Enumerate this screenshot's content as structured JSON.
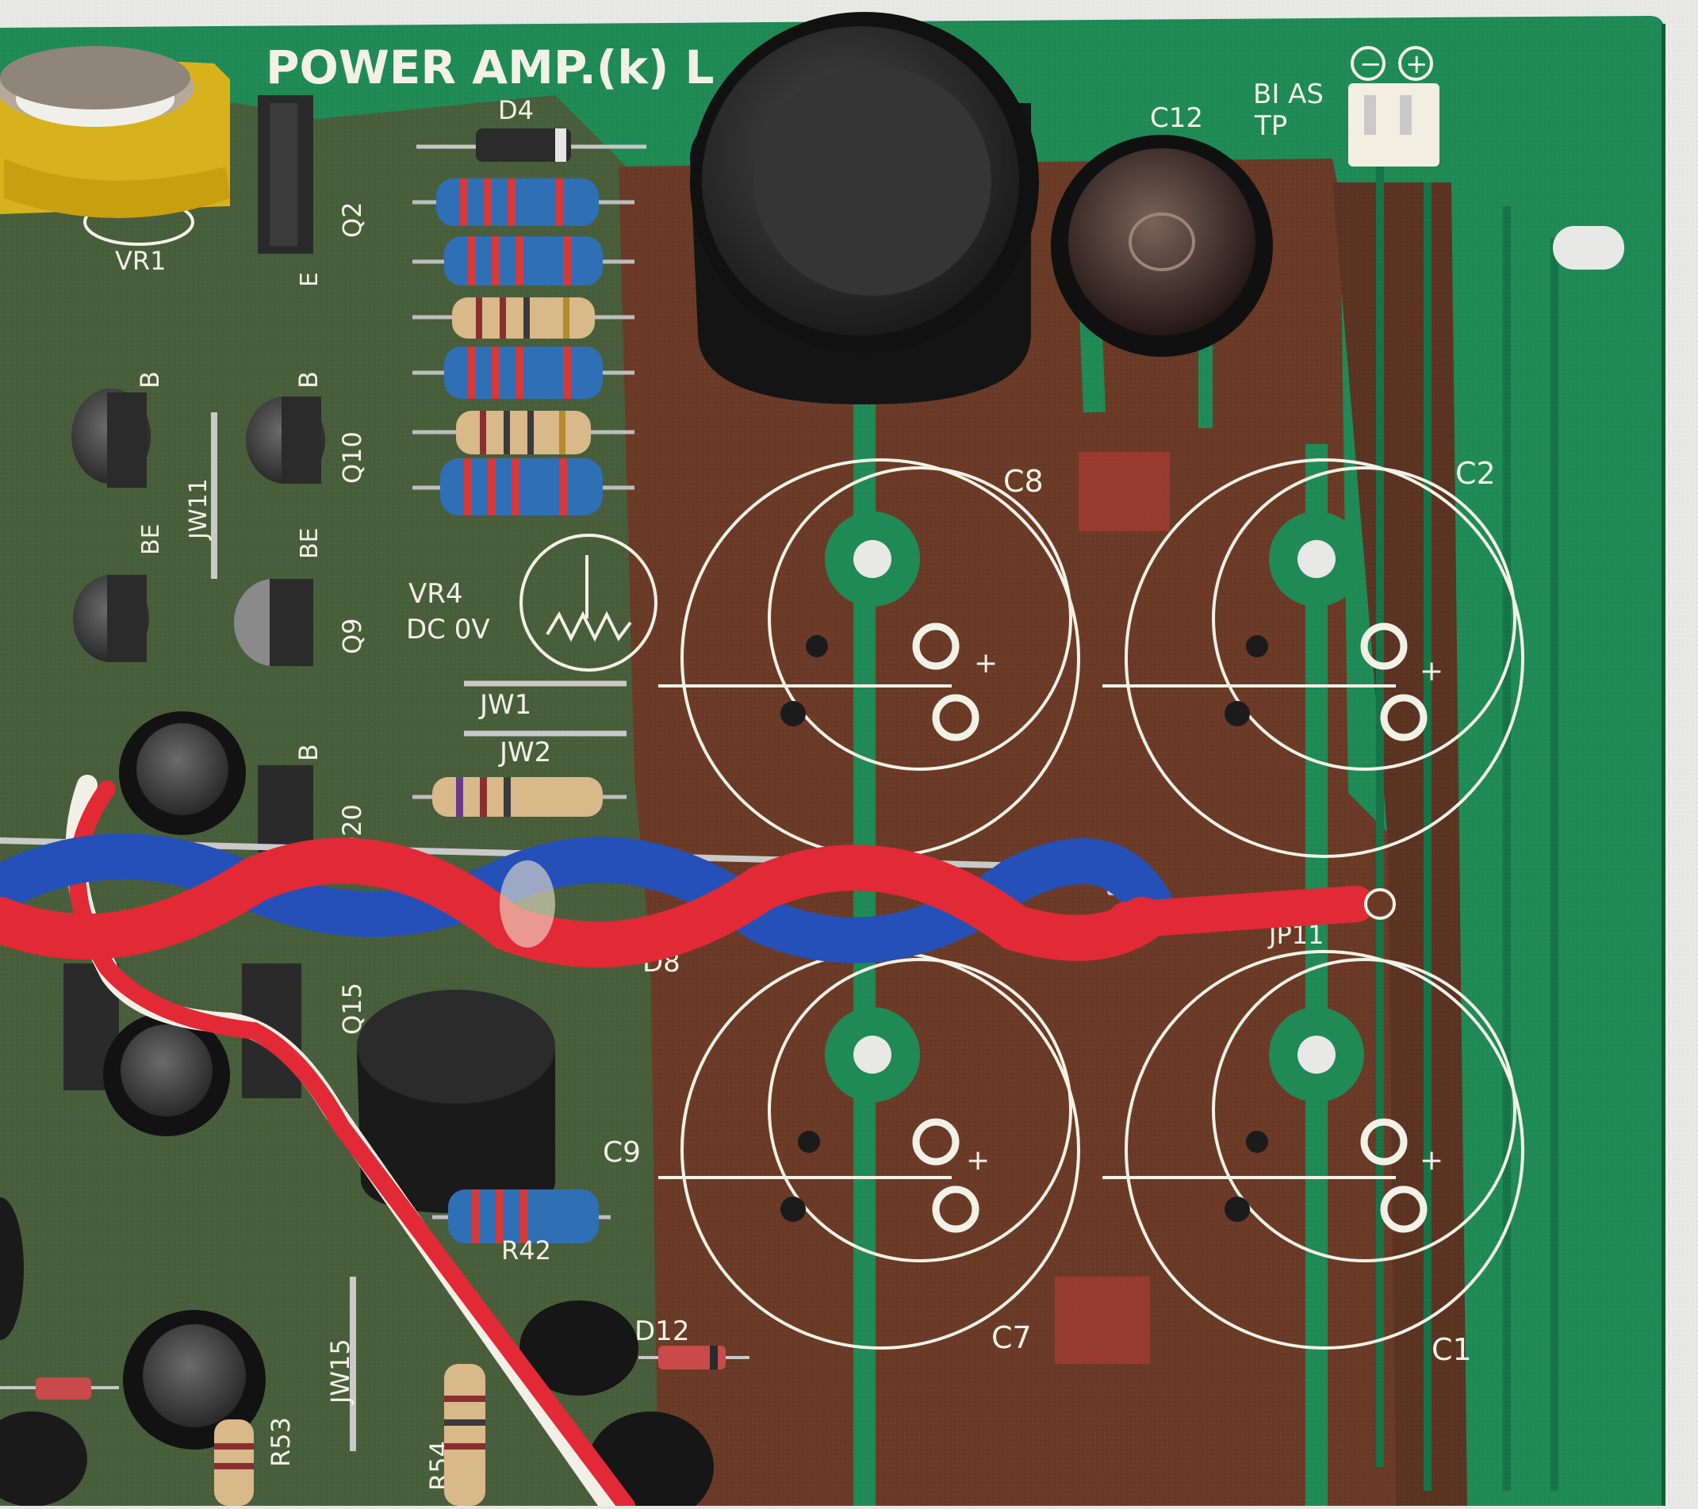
{
  "board": {
    "title": "POWER AMP.(k) L",
    "colors": {
      "pcb_green": "#1f8a55",
      "copper_brown": "#6a3a26",
      "silkscreen": "#f3f1e6",
      "background": "#e8e8e6",
      "wire_red": "#e12a36",
      "wire_blue": "#2550b8",
      "wire_white": "#f2efe6",
      "resistor_blue": "#2f6fb5",
      "resistor_tan": "#d9b889"
    },
    "labels": {
      "vr1": "VR1",
      "q2": "Q2",
      "d4": "D4",
      "c12": "C12",
      "bias": "BI AS",
      "tp": "TP",
      "tp_minus": "−",
      "tp_plus": "+",
      "c8": "C8",
      "c2": "C2",
      "q10": "Q10",
      "jw11": "JW11",
      "q9": "Q9",
      "vr4": "VR4",
      "dc0v": "DC 0V",
      "jw1": "JW1",
      "jw2": "JW2",
      "q20": "Q20",
      "q15": "Q15",
      "jp11": "JP11",
      "d8": "D8",
      "c9": "C9",
      "c7": "C7",
      "c1": "C1",
      "d12": "D12",
      "jw15": "JW15",
      "r53": "R53",
      "r54": "R54",
      "r42": "R42",
      "plus": "+",
      "b1": "B",
      "b2": "B",
      "b3": "B",
      "e1": "E",
      "be1": "BE",
      "be2": "BE"
    }
  }
}
